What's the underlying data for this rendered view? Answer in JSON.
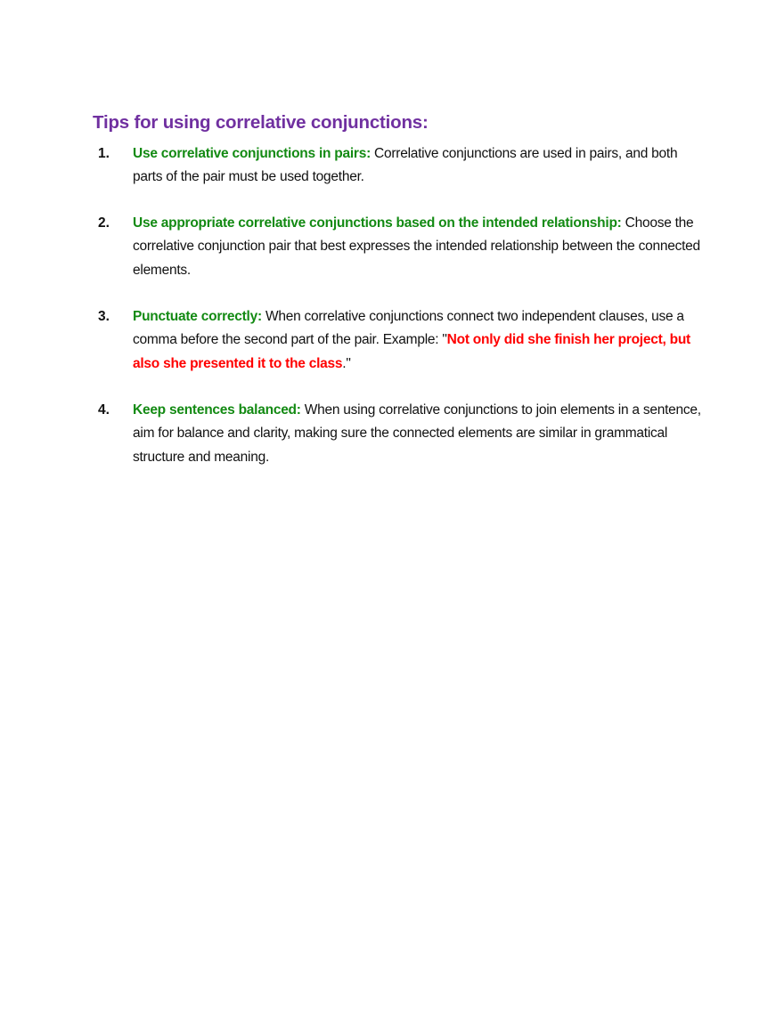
{
  "document": {
    "title": "Tips for using correlative conjunctions:",
    "colors": {
      "title": "#7030A0",
      "heading": "#138A13",
      "example": "#FF0000",
      "body": "#111111"
    },
    "items": [
      {
        "number": "1.",
        "heading": "Use correlative conjunctions in pairs:",
        "body": " Correlative conjunctions are used in pairs, and both parts of the pair must be used together."
      },
      {
        "number": "2.",
        "heading": "Use appropriate correlative conjunctions based on the intended relationship:",
        "body": " Choose the correlative conjunction pair that best expresses the intended relationship between the connected elements."
      },
      {
        "number": "3.",
        "heading": "Punctuate correctly:",
        "body": " When correlative conjunctions connect two independent clauses, use a comma before the second part of the pair. Example: \"",
        "example": "Not only did she finish her project, but also she presented it to the class",
        "after": ".\""
      },
      {
        "number": "4.",
        "heading": "Keep sentences balanced:",
        "body": " When using correlative conjunctions to join elements in a sentence, aim for balance and clarity, making sure the connected elements are similar in grammatical structure and meaning."
      }
    ]
  }
}
